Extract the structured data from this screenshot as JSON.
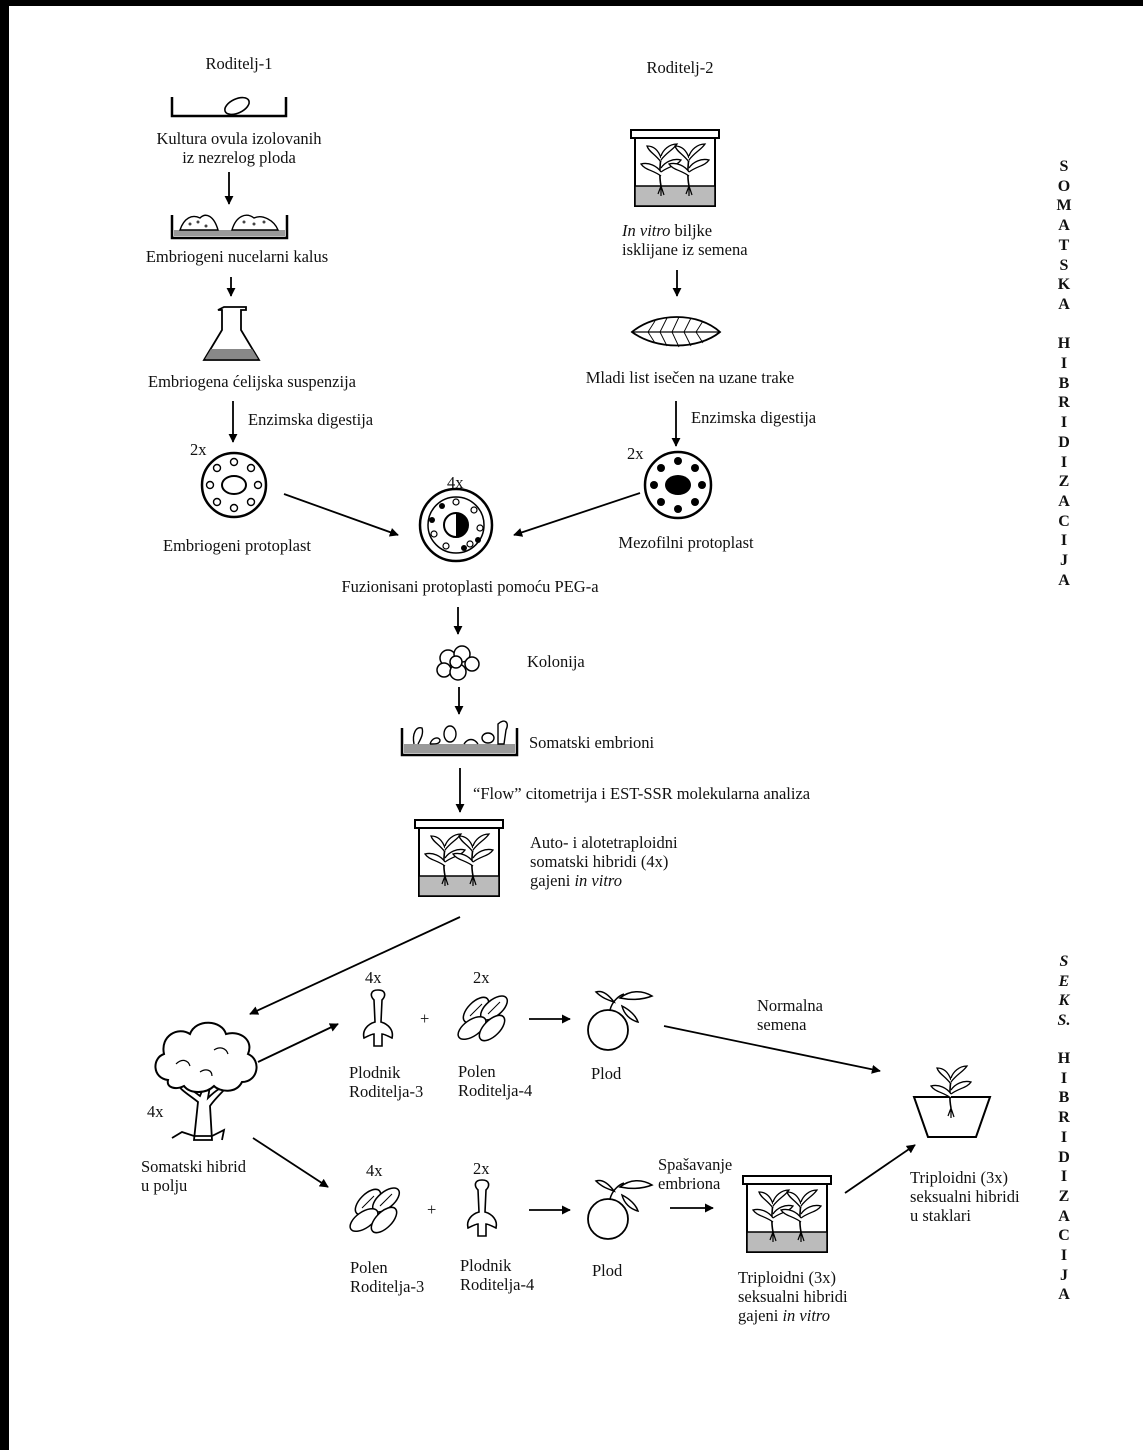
{
  "parent1": {
    "title": "Roditelj-1",
    "step1": [
      "Kultura ovula izolovanih",
      "iz nezrelog ploda"
    ],
    "step2": "Embriogeni nucelarni kalus",
    "step3": "Embriogena ćelijska suspenzija",
    "digest": "Enzimska digestija",
    "ploidy": "2x",
    "protoplast": "Embriogeni  protoplast"
  },
  "parent2": {
    "title": "Roditelj-2",
    "step1_italic": "In vitro",
    "step1_rest": " biljke",
    "step1_line2": "isklijane iz semena",
    "step2": "Mladi list isečen na uzane trake",
    "digest": "Enzimska digestija",
    "ploidy": "2x",
    "protoplast": "Mezofilni protoplast"
  },
  "fusion": {
    "ploidy": "4x",
    "label": "Fuzionisani protoplasti pomoću PEG-a",
    "colony": "Kolonija",
    "embryos": "Somatski embrioni",
    "analysis": "“Flow” citometrija i EST-SSR molekularna analiza",
    "hybrids_line1": "Auto- i alotetraploidni",
    "hybrids_line2": "somatski hibridi (4x)",
    "hybrids_line3_pre": "gajeni ",
    "hybrids_line3_italic": "in vitro"
  },
  "sexual": {
    "tree_ploidy": "4x",
    "tree_label": [
      "Somatski hibrid",
      "u polju"
    ],
    "upper": {
      "pistil_ploidy": "4x",
      "plus": "+",
      "pollen_ploidy": "2x",
      "pistil_label": [
        "Plodnik",
        "Roditelja-3"
      ],
      "pollen_label": [
        "Polen",
        "Roditelja-4"
      ],
      "fruit": "Plod",
      "seeds": [
        "Normalna",
        "semena"
      ]
    },
    "lower": {
      "pollen_ploidy": "4x",
      "plus": "+",
      "pistil_ploidy": "2x",
      "pollen_label": [
        "Polen",
        "Roditelja-3"
      ],
      "pistil_label": [
        "Plodnik",
        "Roditelja-4"
      ],
      "fruit": "Plod",
      "rescue": [
        "Spašavanje",
        "embriona"
      ],
      "invitro_line1": "Triploidni (3x)",
      "invitro_line2": "seksualni hibridi",
      "invitro_line3_pre": "gajeni ",
      "invitro_line3_italic": "in vitro"
    },
    "greenhouse": [
      "Triploidni (3x)",
      "seksualni hibridi",
      "u staklari"
    ]
  },
  "side": {
    "somatic": [
      "S",
      "O",
      "M",
      "A",
      "T",
      "S",
      "K",
      "A",
      "",
      "H",
      "I",
      "B",
      "R",
      "I",
      "D",
      "I",
      "Z",
      "A",
      "C",
      "I",
      "J",
      "A"
    ],
    "sexual_top": [
      "S",
      "E",
      "K",
      "S."
    ],
    "sexual_bottom": [
      "H",
      "I",
      "B",
      "R",
      "I",
      "D",
      "I",
      "Z",
      "A",
      "C",
      "I",
      "J",
      "A"
    ]
  }
}
